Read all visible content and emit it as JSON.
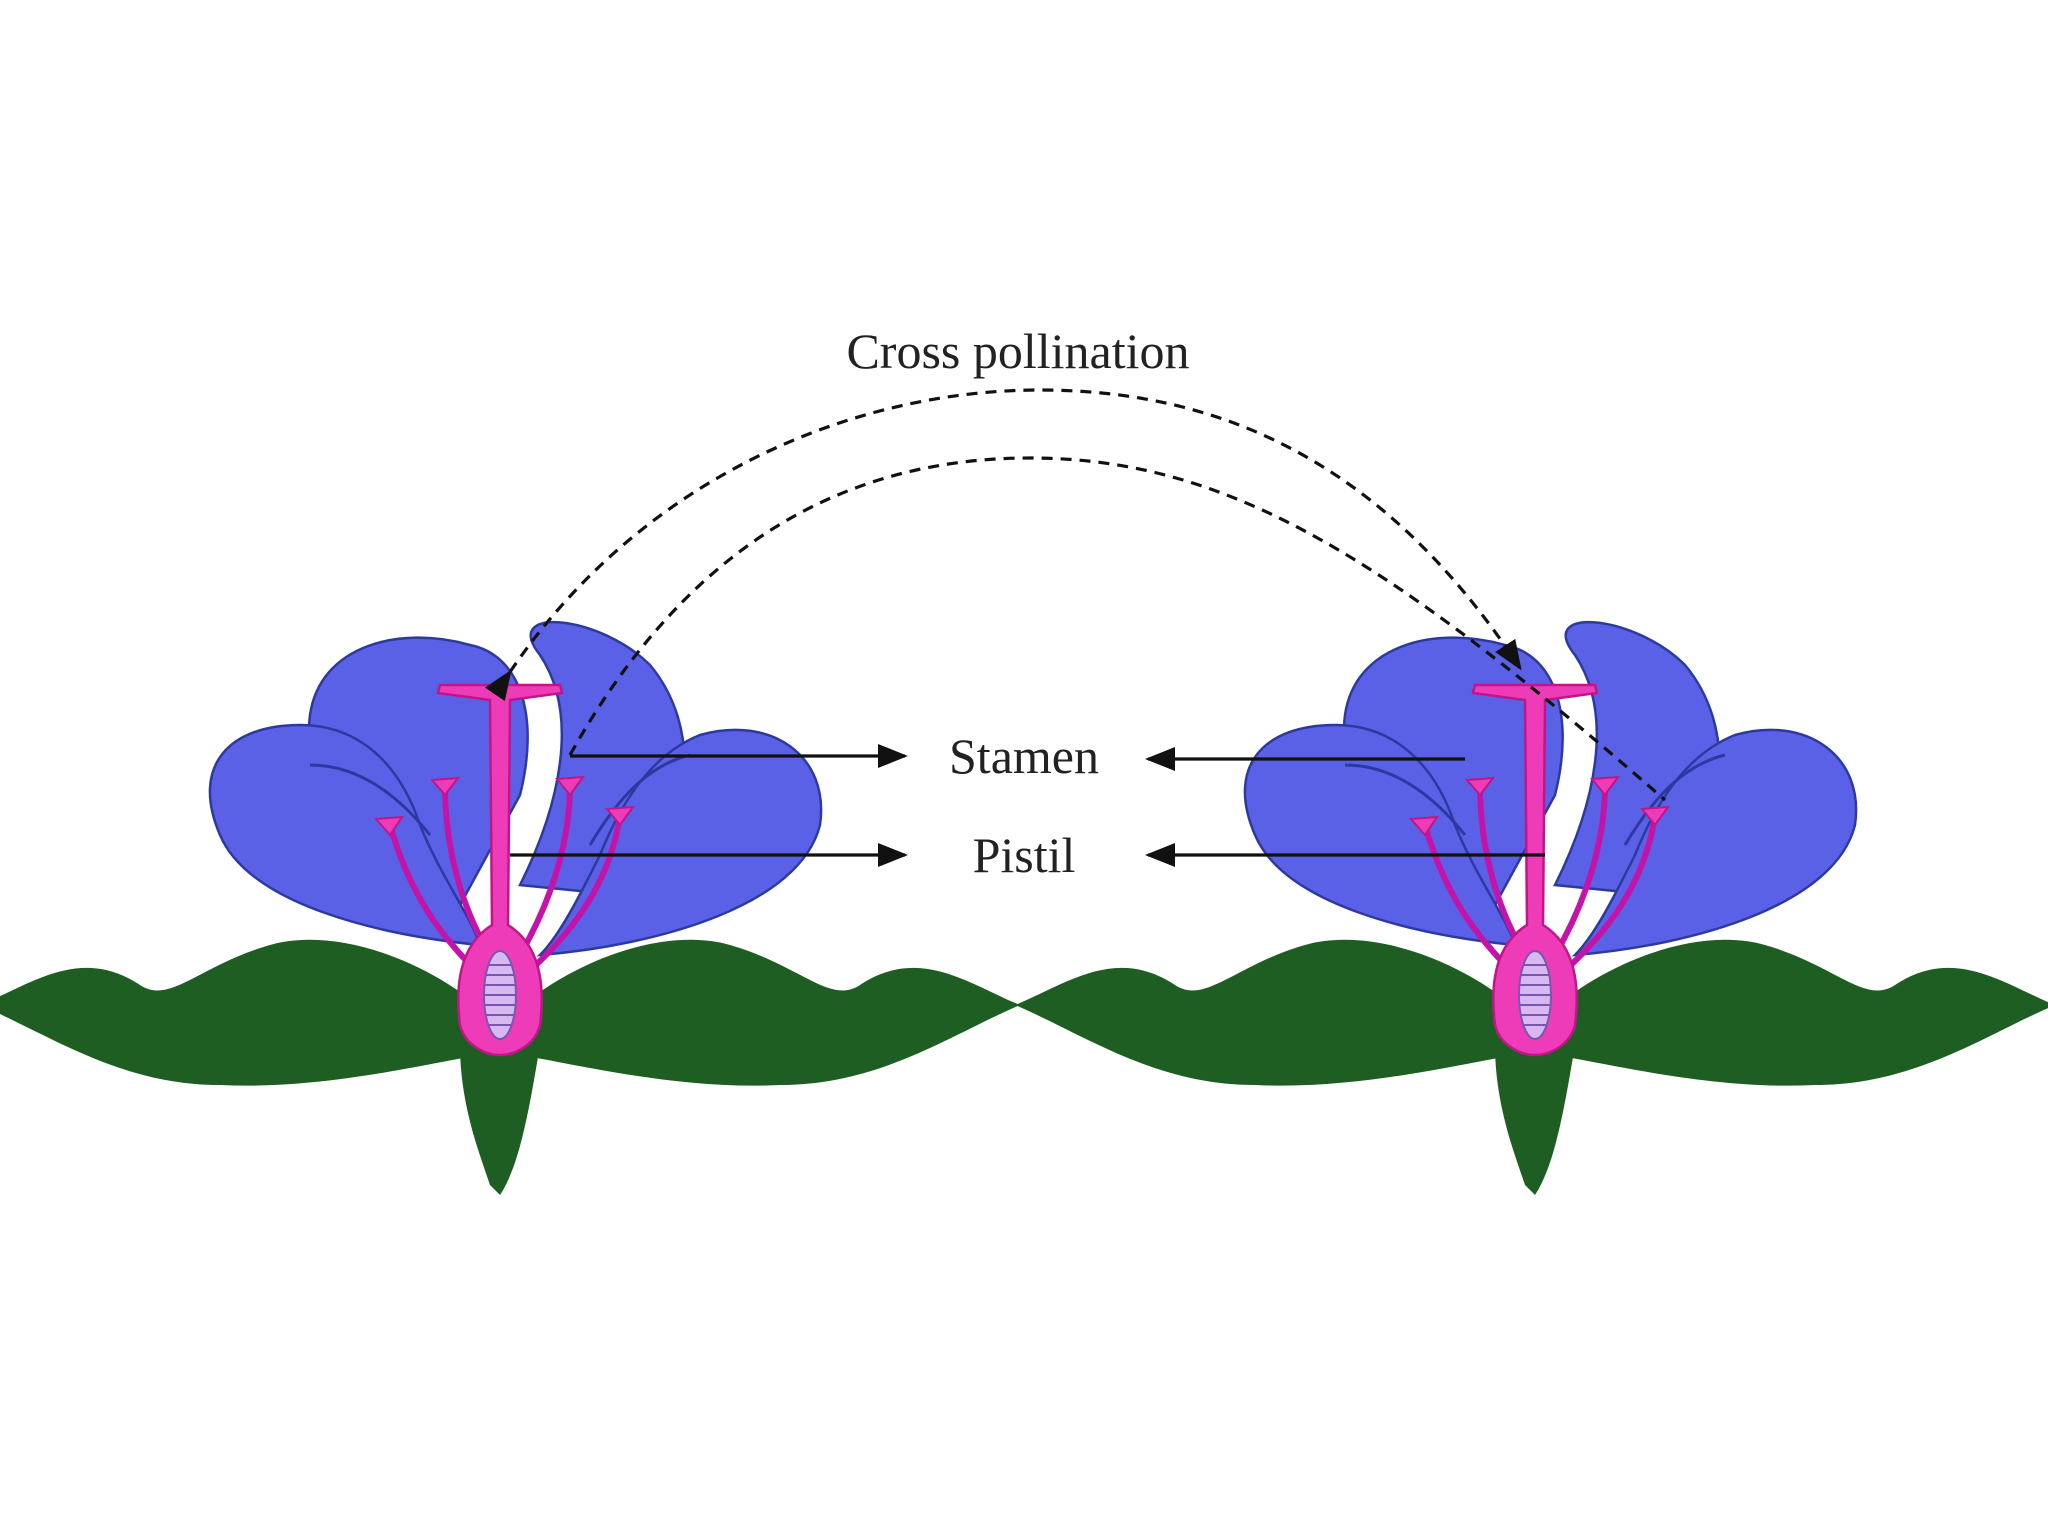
{
  "diagram": {
    "title": "Cross pollination",
    "labels": {
      "stamen": "Stamen",
      "pistil": "Pistil"
    }
  },
  "colors": {
    "background": "#ffffff",
    "petal": "#5b61e6",
    "petal_outline": "#2c3aa0",
    "leaf": "#1f5e22",
    "pistil": "#ee3cb8",
    "pistil_outline": "#c0168a",
    "ovule": "#d8b8f0",
    "filament": "#c414a8",
    "anther": "#ee3cb8",
    "line": "#111111"
  }
}
